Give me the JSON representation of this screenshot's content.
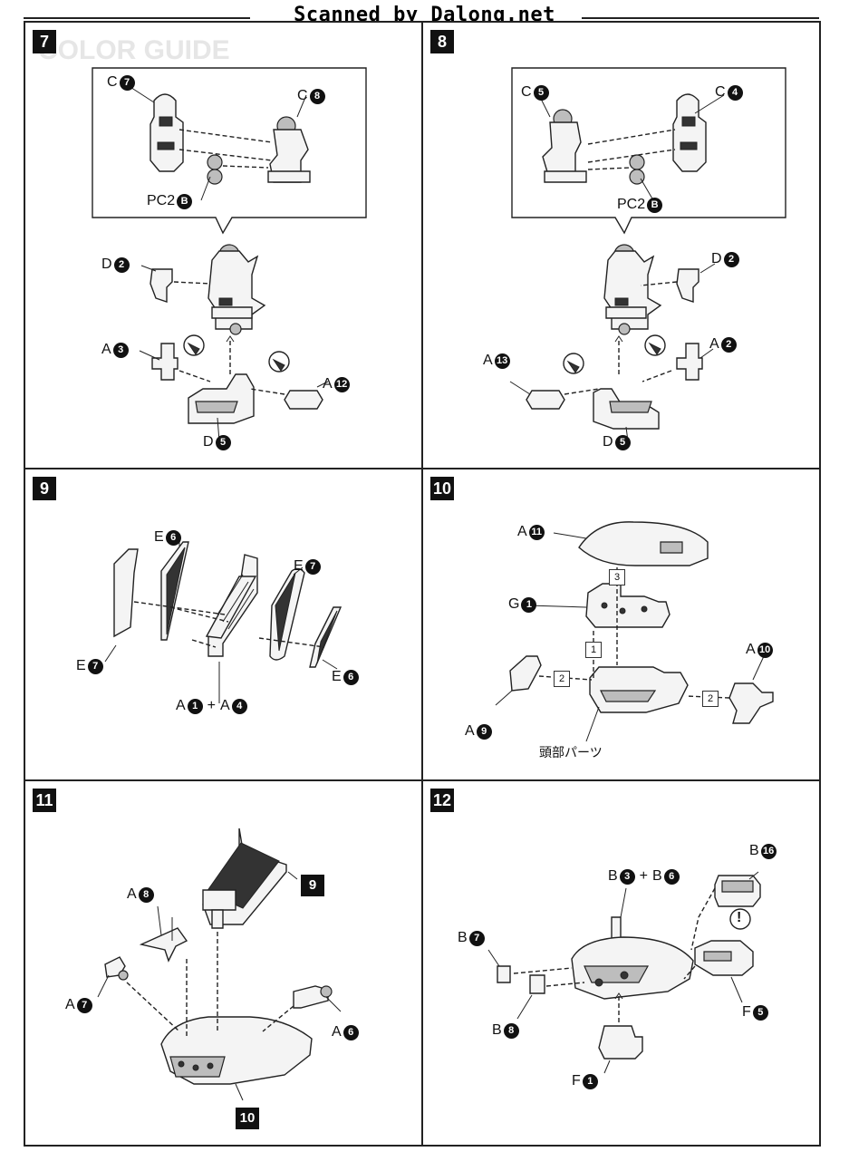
{
  "watermark": "Scanned by Dalong.net",
  "ghost_text": "COLOR GUIDE",
  "panels": {
    "p7": {
      "step": "7",
      "labels": {
        "c7": {
          "letter": "C",
          "num": "7"
        },
        "c8": {
          "letter": "C",
          "num": "8"
        },
        "pc2": {
          "letter": "PC2",
          "num": "B"
        },
        "d2": {
          "letter": "D",
          "num": "2"
        },
        "a3": {
          "letter": "A",
          "num": "3"
        },
        "a12": {
          "letter": "A",
          "num": "12"
        },
        "d5": {
          "letter": "D",
          "num": "5"
        }
      }
    },
    "p8": {
      "step": "8",
      "labels": {
        "c5": {
          "letter": "C",
          "num": "5"
        },
        "c4": {
          "letter": "C",
          "num": "4"
        },
        "pc2": {
          "letter": "PC2",
          "num": "B"
        },
        "d2": {
          "letter": "D",
          "num": "2"
        },
        "a13": {
          "letter": "A",
          "num": "13"
        },
        "a2": {
          "letter": "A",
          "num": "2"
        },
        "d5": {
          "letter": "D",
          "num": "5"
        }
      }
    },
    "p9": {
      "step": "9",
      "labels": {
        "e6top": {
          "letter": "E",
          "num": "6"
        },
        "e7top": {
          "letter": "E",
          "num": "7"
        },
        "e7left": {
          "letter": "E",
          "num": "7"
        },
        "e6right": {
          "letter": "E",
          "num": "6"
        },
        "a1": {
          "letter": "A",
          "num": "1"
        },
        "a4": {
          "letter": "A",
          "num": "4"
        }
      }
    },
    "p10": {
      "step": "10",
      "labels": {
        "a11": {
          "letter": "A",
          "num": "11"
        },
        "g1": {
          "letter": "G",
          "num": "1"
        },
        "a10": {
          "letter": "A",
          "num": "10"
        },
        "a9": {
          "letter": "A",
          "num": "9"
        }
      },
      "order": {
        "o1": "1",
        "o2a": "2",
        "o2b": "2",
        "o3": "3"
      },
      "head_parts": "頭部パーツ"
    },
    "p11": {
      "step": "11",
      "labels": {
        "a8": {
          "letter": "A",
          "num": "8"
        },
        "a7": {
          "letter": "A",
          "num": "7"
        },
        "a6": {
          "letter": "A",
          "num": "6"
        }
      },
      "refs": {
        "r9": "9",
        "r10": "10"
      }
    },
    "p12": {
      "step": "12",
      "labels": {
        "b3": {
          "letter": "B",
          "num": "3"
        },
        "b6": {
          "letter": "B",
          "num": "6"
        },
        "b16": {
          "letter": "B",
          "num": "16"
        },
        "b7": {
          "letter": "B",
          "num": "7"
        },
        "b8": {
          "letter": "B",
          "num": "8"
        },
        "f5": {
          "letter": "F",
          "num": "5"
        },
        "f1": {
          "letter": "F",
          "num": "1"
        }
      },
      "attention": "!"
    }
  }
}
